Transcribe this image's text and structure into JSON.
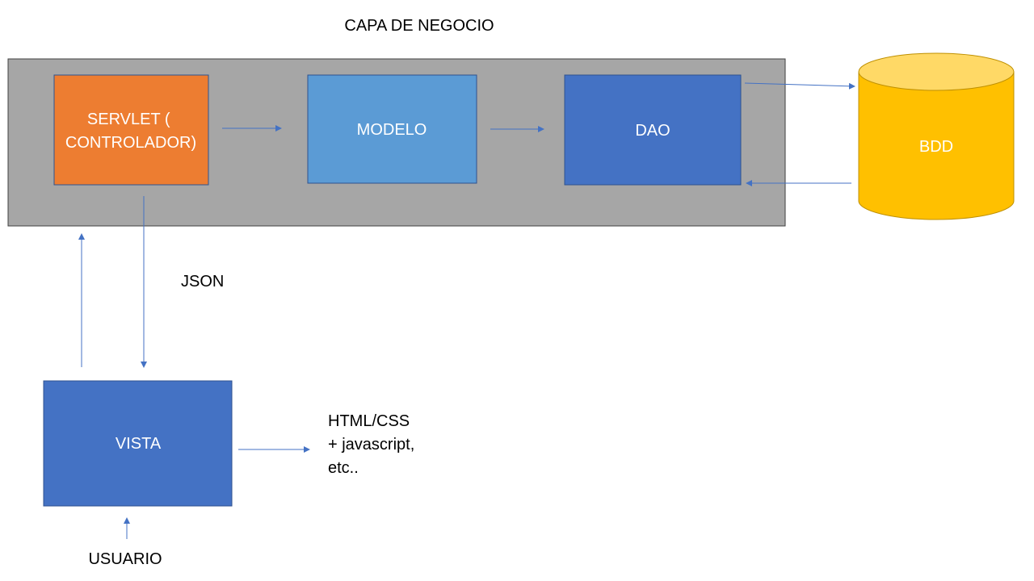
{
  "colors": {
    "background": "#ffffff",
    "layer_fill": "#a6a6a6",
    "layer_border": "#404040",
    "servlet_fill": "#ed7d31",
    "modelo_fill": "#5b9bd5",
    "dao_fill": "#4472c4",
    "vista_fill": "#4472c4",
    "node_border": "#2f528f",
    "bdd_fill": "#ffc000",
    "bdd_top": "#ffd966",
    "bdd_border": "#bf9000",
    "arrow": "#4472c4",
    "node_text": "#ffffff"
  },
  "layer": {
    "title": "CAPA DE NEGOCIO"
  },
  "nodes": {
    "servlet": {
      "line1": "SERVLET (",
      "line2": "CONTROLADOR)"
    },
    "modelo": {
      "label": "MODELO"
    },
    "dao": {
      "label": "DAO"
    },
    "bdd": {
      "label": "BDD"
    },
    "vista": {
      "label": "VISTA"
    }
  },
  "labels": {
    "json": "JSON",
    "tech_line1": "HTML/CSS",
    "tech_line2": "+ javascript,",
    "tech_line3": "etc..",
    "usuario": "USUARIO"
  },
  "edges": [
    {
      "from": "servlet",
      "to": "modelo"
    },
    {
      "from": "modelo",
      "to": "dao"
    },
    {
      "from": "dao",
      "to": "bdd"
    },
    {
      "from": "bdd",
      "to": "dao"
    },
    {
      "from": "servlet",
      "to": "vista",
      "label": "JSON"
    },
    {
      "from": "vista",
      "to": "servlet"
    },
    {
      "from": "vista",
      "to": "tech"
    },
    {
      "from": "usuario",
      "to": "vista"
    }
  ]
}
